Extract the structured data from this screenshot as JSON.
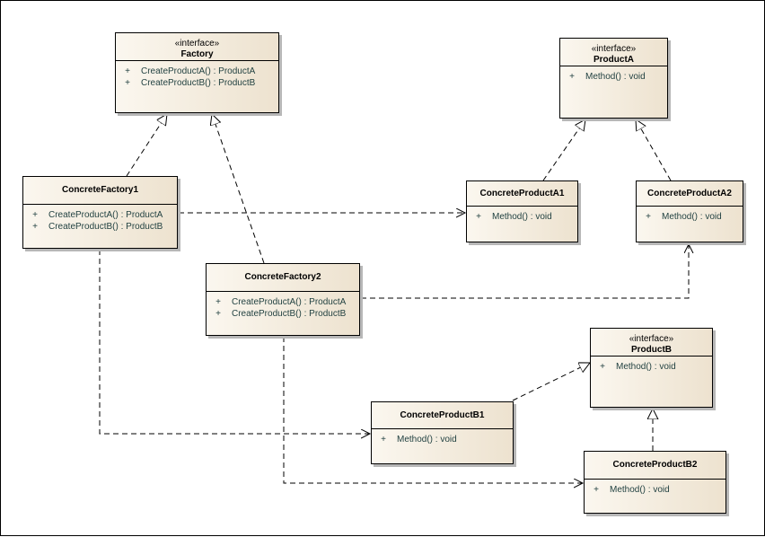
{
  "classes": {
    "factory": {
      "stereotype": "«interface»",
      "name": "Factory",
      "ops": [
        {
          "vis": "+",
          "sig": "CreateProductA() : ProductA"
        },
        {
          "vis": "+",
          "sig": "CreateProductB() : ProductB"
        }
      ]
    },
    "product_a": {
      "stereotype": "«interface»",
      "name": "ProductA",
      "ops": [
        {
          "vis": "+",
          "sig": "Method() : void"
        }
      ]
    },
    "concrete_factory1": {
      "name": "ConcreteFactory1",
      "ops": [
        {
          "vis": "+",
          "sig": "CreateProductA() : ProductA"
        },
        {
          "vis": "+",
          "sig": "CreateProductB() : ProductB"
        }
      ]
    },
    "concrete_factory2": {
      "name": "ConcreteFactory2",
      "ops": [
        {
          "vis": "+",
          "sig": "CreateProductA() : ProductA"
        },
        {
          "vis": "+",
          "sig": "CreateProductB() : ProductB"
        }
      ]
    },
    "concrete_product_a1": {
      "name": "ConcreteProductA1",
      "ops": [
        {
          "vis": "+",
          "sig": "Method() : void"
        }
      ]
    },
    "concrete_product_a2": {
      "name": "ConcreteProductA2",
      "ops": [
        {
          "vis": "+",
          "sig": "Method() : void"
        }
      ]
    },
    "product_b": {
      "stereotype": "«interface»",
      "name": "ProductB",
      "ops": [
        {
          "vis": "+",
          "sig": "Method() : void"
        }
      ]
    },
    "concrete_product_b1": {
      "name": "ConcreteProductB1",
      "ops": [
        {
          "vis": "+",
          "sig": "Method() : void"
        }
      ]
    },
    "concrete_product_b2": {
      "name": "ConcreteProductB2",
      "ops": [
        {
          "vis": "+",
          "sig": "Method() : void"
        }
      ]
    }
  },
  "relations": [
    {
      "from": "ConcreteFactory1",
      "to": "Factory",
      "kind": "realization"
    },
    {
      "from": "ConcreteFactory2",
      "to": "Factory",
      "kind": "realization"
    },
    {
      "from": "ConcreteProductA1",
      "to": "ProductA",
      "kind": "realization"
    },
    {
      "from": "ConcreteProductA2",
      "to": "ProductA",
      "kind": "realization"
    },
    {
      "from": "ConcreteProductB1",
      "to": "ProductB",
      "kind": "realization"
    },
    {
      "from": "ConcreteProductB2",
      "to": "ProductB",
      "kind": "realization"
    },
    {
      "from": "ConcreteFactory1",
      "to": "ConcreteProductA1",
      "kind": "dependency"
    },
    {
      "from": "ConcreteFactory1",
      "to": "ConcreteProductB1",
      "kind": "dependency"
    },
    {
      "from": "ConcreteFactory2",
      "to": "ConcreteProductA2",
      "kind": "dependency"
    },
    {
      "from": "ConcreteFactory2",
      "to": "ConcreteProductB2",
      "kind": "dependency"
    }
  ]
}
